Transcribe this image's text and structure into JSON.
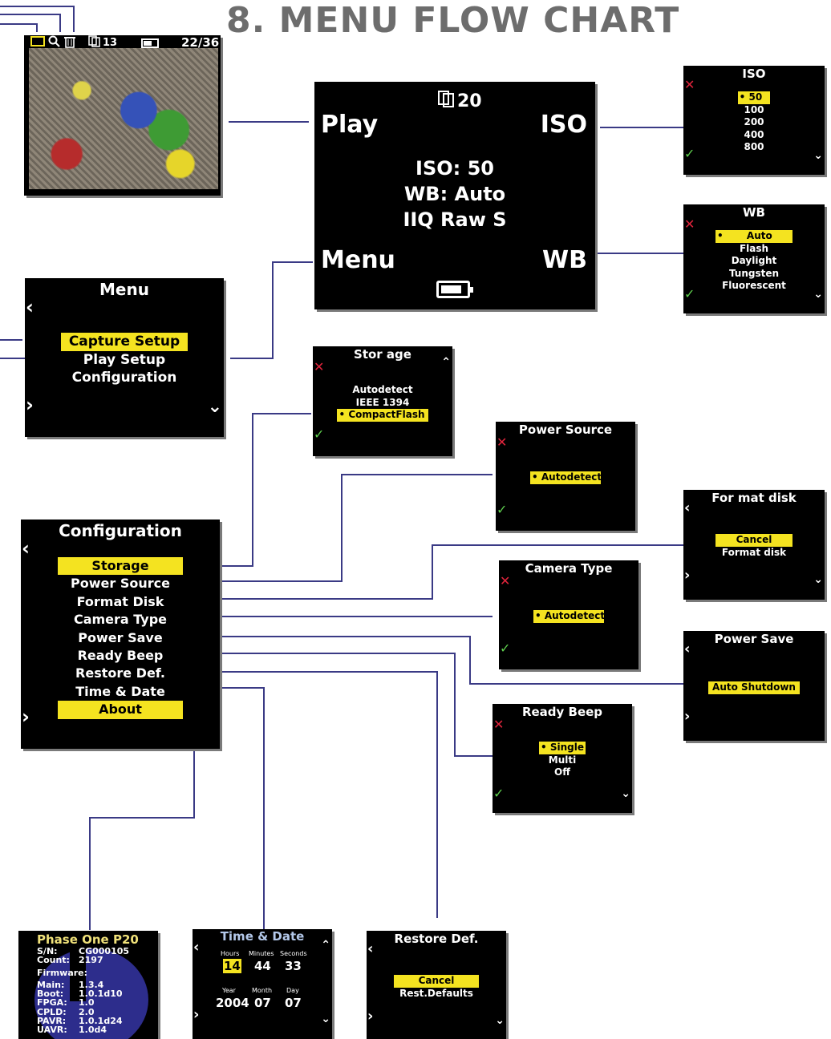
{
  "title": "8. MENU FLOW CHART",
  "colors": {
    "highlight": "#f4e320",
    "cancel_mark": "#e0243c",
    "confirm_mark": "#5fce4e",
    "connector": "#3a3a85",
    "title": "#6d6d6d"
  },
  "status_bar": {
    "icons": [
      "camera-icon",
      "magnifier-icon",
      "trash-icon",
      "frames-icon",
      "battery-icon"
    ],
    "frames": "13",
    "count": "22/36"
  },
  "main_screen": {
    "frames_badge": "20",
    "left_top": "Play",
    "right_top": "ISO",
    "left_bottom": "Menu",
    "right_bottom": "WB",
    "lines": [
      "ISO: 50",
      "WB: Auto",
      "IIQ Raw S"
    ]
  },
  "iso_menu": {
    "title": "ISO",
    "items": [
      "50",
      "100",
      "200",
      "400",
      "800"
    ],
    "selected": 0
  },
  "wb_menu": {
    "title": "WB",
    "items": [
      "Auto",
      "Flash",
      "Daylight",
      "Tungsten",
      "Fluorescent"
    ],
    "selected": 0
  },
  "menu": {
    "title": "Menu",
    "items": [
      "Capture Setup",
      "Play Setup",
      "Configuration"
    ],
    "selected": 0
  },
  "storage_menu": {
    "title": "Stor age",
    "items": [
      "Autodetect",
      "IEEE 1394",
      "CompactFlash"
    ],
    "selected": 2
  },
  "power_source_menu": {
    "title": "Power Source",
    "items": [
      "Autodetect"
    ],
    "selected": 0
  },
  "configuration_menu": {
    "title": "Configuration",
    "items": [
      "Storage",
      "Power Source",
      "Format Disk",
      "Camera Type",
      "Power Save",
      "Ready Beep",
      "Restore Def.",
      "Time & Date",
      "About"
    ],
    "highlighted": [
      0,
      8
    ]
  },
  "format_disk_menu": {
    "title": "For mat disk",
    "items": [
      "Cancel",
      "Format disk"
    ],
    "selected": 0
  },
  "camera_type_menu": {
    "title": "Camera Type",
    "items": [
      "Autodetect"
    ],
    "selected": 0
  },
  "power_save_menu": {
    "title": "Power Save",
    "items": [
      "Auto Shutdown"
    ],
    "selected": 0
  },
  "ready_beep_menu": {
    "title": "Ready Beep",
    "items": [
      "Single",
      "Multi",
      "Off"
    ],
    "selected": 0
  },
  "about_screen": {
    "title": "Phase One P20",
    "sn_label": "S/N:",
    "sn": "CG000105",
    "count_label": "Count:",
    "count": "2197",
    "firmware_label": "Firmware:",
    "firmware": [
      {
        "label": "Main:",
        "value": "1.3.4"
      },
      {
        "label": "Boot:",
        "value": "1.0.1d10"
      },
      {
        "label": "FPGA:",
        "value": "1.0"
      },
      {
        "label": "CPLD:",
        "value": "2.0"
      },
      {
        "label": "PAVR:",
        "value": "1.0.1d24"
      },
      {
        "label": "UAVR:",
        "value": "1.0d4"
      }
    ]
  },
  "time_date_screen": {
    "title": "Time & Date",
    "hours_label": "Hours",
    "minutes_label": "Minutes",
    "seconds_label": "Seconds",
    "hours": "14",
    "minutes": "44",
    "seconds": "33",
    "year_label": "Year",
    "month_label": "Month",
    "day_label": "Day",
    "year": "2004",
    "month": "07",
    "day": "07"
  },
  "restore_def_screen": {
    "title": "Restore Def.",
    "items": [
      "Cancel",
      "Rest.Defaults"
    ],
    "selected": 0
  }
}
